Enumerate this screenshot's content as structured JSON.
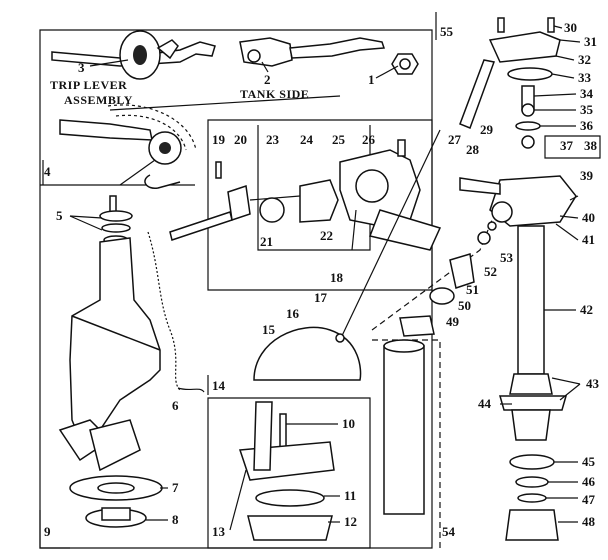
{
  "captions": {
    "trip_lever_line1": "TRIP LEVER",
    "trip_lever_line2": "ASSEMBLY",
    "tank_side": "TANK SIDE"
  },
  "callouts": [
    "1",
    "2",
    "3",
    "4",
    "5",
    "6",
    "7",
    "8",
    "9",
    "10",
    "11",
    "12",
    "13",
    "14",
    "15",
    "16",
    "17",
    "18",
    "19",
    "20",
    "21",
    "22",
    "23",
    "24",
    "25",
    "26",
    "27",
    "28",
    "29",
    "30",
    "31",
    "32",
    "33",
    "34",
    "35",
    "36",
    "37",
    "38",
    "39",
    "40",
    "41",
    "42",
    "43",
    "44",
    "45",
    "46",
    "47",
    "48",
    "49",
    "50",
    "51",
    "52",
    "53",
    "54",
    "55"
  ]
}
